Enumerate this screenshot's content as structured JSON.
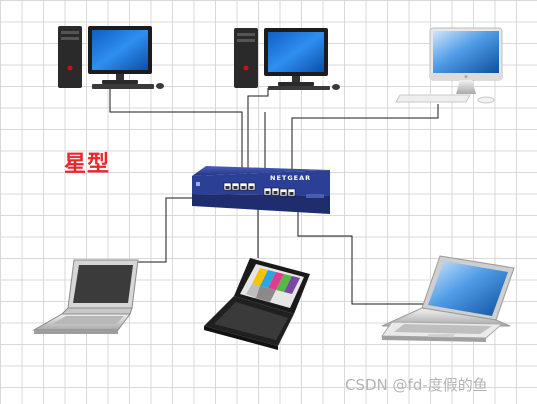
{
  "diagram": {
    "topology_label": "星型",
    "switch_brand": "NETGEAR",
    "watermark": "CSDN @fd-度假的鱼"
  },
  "colors": {
    "topology_label": "#e8262d",
    "switch_body": "#2b3f94",
    "monitor_screen": "#1677d8",
    "cable": "#1a1a1a",
    "grid": "#d9d9d9"
  },
  "devices": [
    {
      "icon": "desktop-pc-icon"
    },
    {
      "icon": "desktop-pc-icon"
    },
    {
      "icon": "imac-icon"
    },
    {
      "icon": "network-switch-icon"
    },
    {
      "icon": "laptop-icon"
    },
    {
      "icon": "laptop-icon"
    },
    {
      "icon": "macbook-icon"
    }
  ]
}
